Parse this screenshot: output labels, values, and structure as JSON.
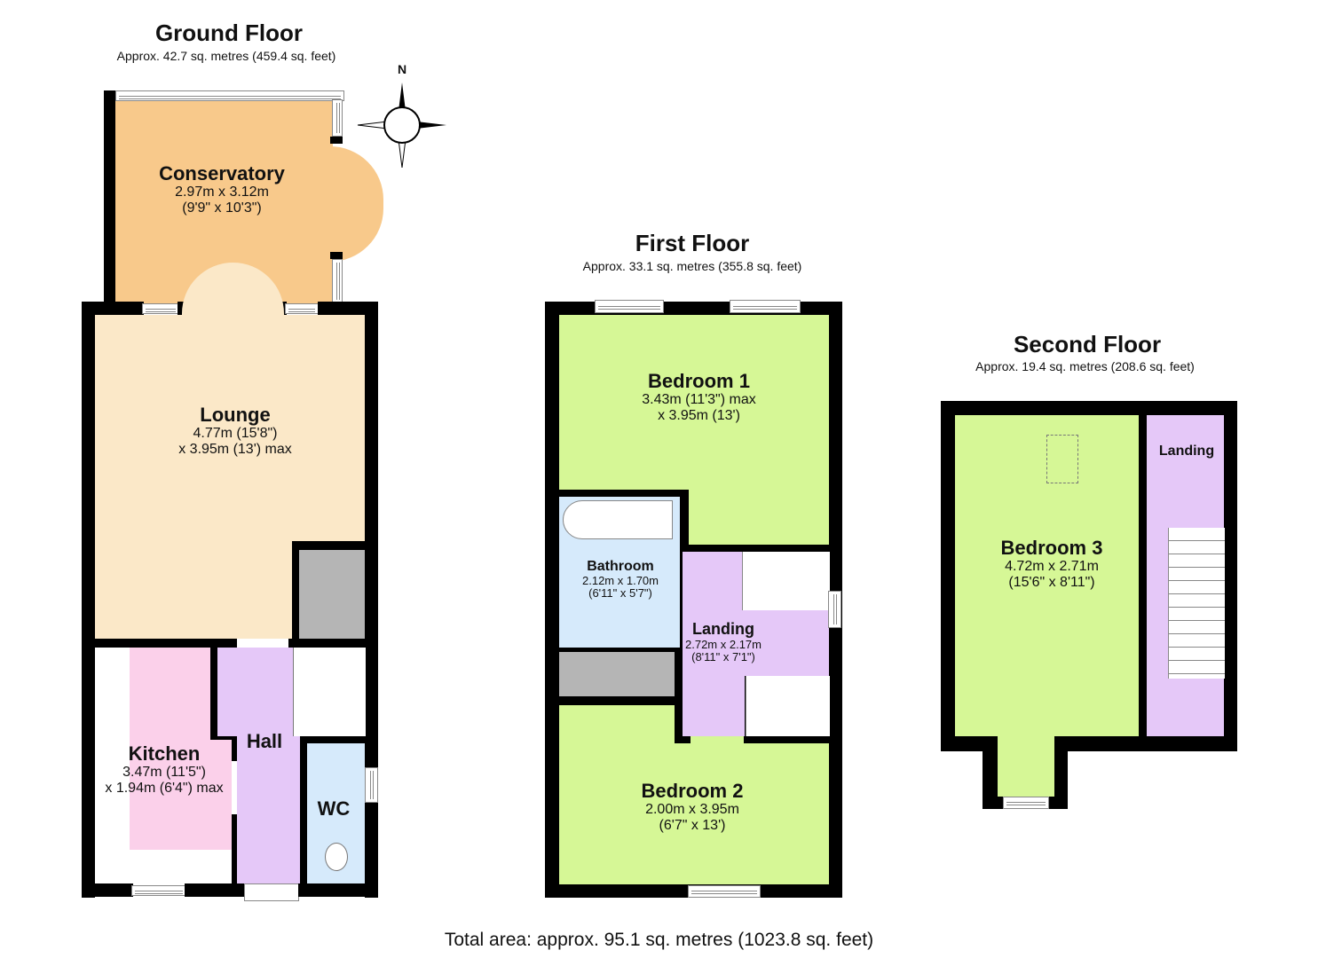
{
  "floors": {
    "ground": {
      "title": "Ground Floor",
      "area": "Approx. 42.7 sq. metres (459.4 sq. feet)",
      "rooms": {
        "conservatory": {
          "name": "Conservatory",
          "dim1": "2.97m x 3.12m",
          "dim2": "(9'9\" x 10'3\")",
          "color": "#f8c98b"
        },
        "lounge": {
          "name": "Lounge",
          "dim1": "4.77m (15'8\")",
          "dim2": "x 3.95m (13') max",
          "color": "#fbe8c8"
        },
        "kitchen": {
          "name": "Kitchen",
          "dim1": "3.47m (11'5\")",
          "dim2": "x 1.94m (6'4\") max",
          "color": "#fbd0ea"
        },
        "hall": {
          "name": "Hall",
          "color": "#e5c8f8"
        },
        "wc": {
          "name": "WC",
          "color": "#d6eafb"
        }
      },
      "compass": {
        "label": "N"
      }
    },
    "first": {
      "title": "First Floor",
      "area": "Approx. 33.1 sq. metres (355.8 sq. feet)",
      "rooms": {
        "bedroom1": {
          "name": "Bedroom 1",
          "dim1": "3.43m (11'3\") max",
          "dim2": "x 3.95m (13')",
          "color": "#d6f796"
        },
        "bathroom": {
          "name": "Bathroom",
          "dim1": "2.12m x 1.70m",
          "dim2": "(6'11\" x 5'7\")",
          "color": "#d6eafb"
        },
        "landing": {
          "name": "Landing",
          "dim1": "2.72m x 2.17m",
          "dim2": "(8'11\" x 7'1\")",
          "color": "#e5c8f8"
        },
        "bedroom2": {
          "name": "Bedroom 2",
          "dim1": "2.00m x 3.95m",
          "dim2": "(6'7\" x 13')",
          "color": "#d6f796"
        }
      }
    },
    "second": {
      "title": "Second Floor",
      "area": "Approx. 19.4 sq. metres (208.6 sq. feet)",
      "rooms": {
        "bedroom3": {
          "name": "Bedroom 3",
          "dim1": "4.72m x 2.71m",
          "dim2": "(15'6\" x 8'11\")",
          "color": "#d6f796"
        },
        "landing": {
          "name": "Landing",
          "color": "#e5c8f8"
        }
      }
    }
  },
  "total_area": "Total area: approx. 95.1 sq. metres (1023.8 sq. feet)"
}
